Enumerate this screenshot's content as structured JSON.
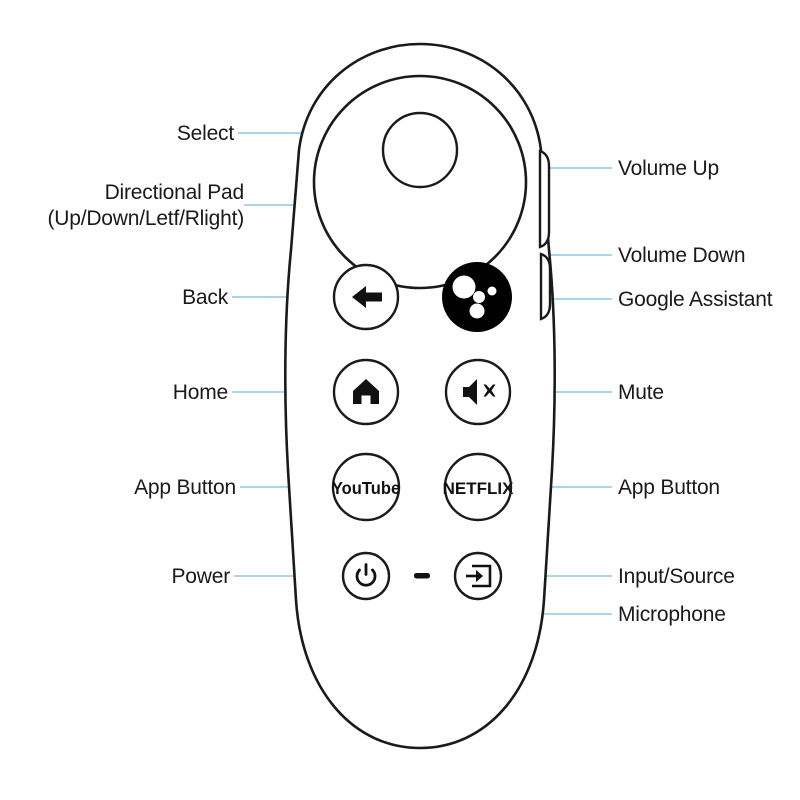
{
  "diagram": {
    "title": "Remote control button callout diagram",
    "device": "streaming-media-remote",
    "colors": {
      "background": "#ffffff",
      "outline": "#1a1a1a",
      "leader_line": "#a9d6ea",
      "label_text": "#1a1a1a",
      "assistant_button_fill": "#000000",
      "assistant_dot_fill": "#ffffff"
    },
    "labels_left": [
      {
        "id": "select",
        "line1": "Select",
        "line2": ""
      },
      {
        "id": "dpad",
        "line1": "Directional Pad",
        "line2": "(Up/Down/Letf/Rlight)"
      },
      {
        "id": "back",
        "line1": "Back",
        "line2": ""
      },
      {
        "id": "home",
        "line1": "Home",
        "line2": ""
      },
      {
        "id": "app-button-left",
        "line1": "App Button",
        "line2": ""
      },
      {
        "id": "power",
        "line1": "Power",
        "line2": ""
      }
    ],
    "labels_right": [
      {
        "id": "volume-up",
        "line1": "Volume Up",
        "line2": ""
      },
      {
        "id": "volume-down",
        "line1": "Volume Down",
        "line2": ""
      },
      {
        "id": "google-assistant",
        "line1": "Google Assistant",
        "line2": ""
      },
      {
        "id": "mute",
        "line1": "Mute",
        "line2": ""
      },
      {
        "id": "app-button-right",
        "line1": "App Button",
        "line2": ""
      },
      {
        "id": "input-source",
        "line1": "Input/Source",
        "line2": ""
      },
      {
        "id": "microphone",
        "line1": "Microphone",
        "line2": ""
      }
    ],
    "button_faces": {
      "youtube": "YouTube",
      "netflix": "NETFLIX"
    },
    "icons": {
      "back": "left-arrow-icon",
      "home": "house-icon",
      "mute": "speaker-muted-icon",
      "power": "power-symbol-icon",
      "input_source": "arrow-into-box-icon",
      "assistant": "google-assistant-dots-icon",
      "microphone": "microphone-slot-icon"
    }
  }
}
